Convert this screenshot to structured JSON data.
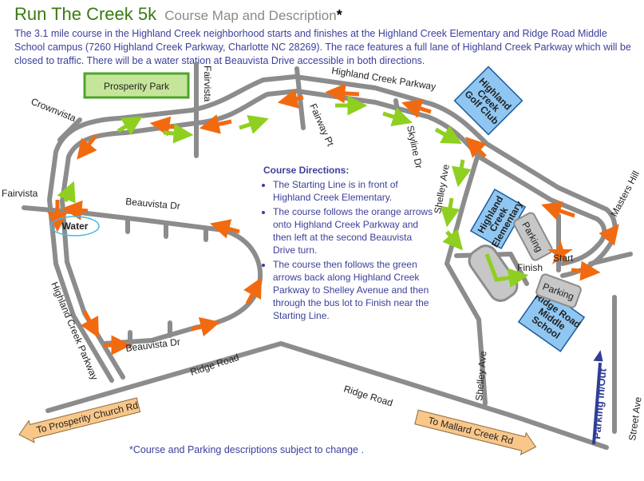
{
  "header": {
    "title": "Run The Creek 5k",
    "subtitle": "Course Map and Description",
    "asterisk": "*",
    "intro": "The 3.1 mile course in the Highland Creek neighborhood starts and finishes at the Highland Creek Elementary and Ridge Road Middle School campus (7260 Highland Creek Parkway, Charlotte NC 28269).  The race features a full lane of Highland Creek Parkway which will be closed to traffic. There will be a water station at Beauvista Drive accessible in both directions."
  },
  "places": {
    "prosperity_park": "Prosperity Park",
    "golf_club": [
      "Highland",
      "Creek",
      "Golf Club"
    ],
    "elementary": [
      "Highland",
      "Creek",
      "Elementary"
    ],
    "middle_school": [
      "Ridge Road",
      "Middle",
      "School"
    ],
    "parking_1": "Parking",
    "parking_2": "Parking"
  },
  "streets": {
    "fairvista_top": "Fairvista",
    "crownvista": "Crownvista",
    "fairvista_left": "Fairvista",
    "beauvista_top": "Beauvista Dr",
    "beauvista_bottom": "Beauvista Dr",
    "highland_left": "Highland Creek Parkway",
    "highland_top": "Highland Creek Parkway",
    "fairway_pt": "Fairway Pt",
    "skyline": "Skyline Dr",
    "shelley_top": "Shelley Ave",
    "shelley_bottom": "Shelley Ave",
    "ridge_left": "Ridge Road",
    "ridge_right": "Ridge Road",
    "masters_hill": "Masters Hill",
    "street_ave": "Street Ave"
  },
  "markers": {
    "water": "Water",
    "start": "Start",
    "finish": "Finish",
    "parking_in_out": "Parking In/Out"
  },
  "directions": {
    "title": "Course Directions:",
    "items": [
      "The Starting Line is in front of Highland Creek Elementary.",
      "The course follows the orange arrows onto Highland Creek Parkway and then left at the second Beauvista Drive turn.",
      "The course then follows the green arrows back along Highland Creek Parkway to Shelley Avenue and then through the bus lot to Finish near the Starting Line."
    ]
  },
  "exits": {
    "prosperity_church": "To Prosperity Church Rd",
    "mallard_creek": "To Mallard Creek Rd"
  },
  "footnote": "*Course and Parking descriptions subject to change .",
  "colors": {
    "title": "#3a7a12",
    "text": "#3b3f9a",
    "road": "#8c8c8c",
    "orange_arrow": "#f26a10",
    "green_arrow": "#8fcf20",
    "park_fill": "#c5e69a",
    "park_border": "#4fa52a",
    "building": "#8fc7f2",
    "exit_arrow": "#f9c78a",
    "parking_arrow": "#2f3f97"
  }
}
